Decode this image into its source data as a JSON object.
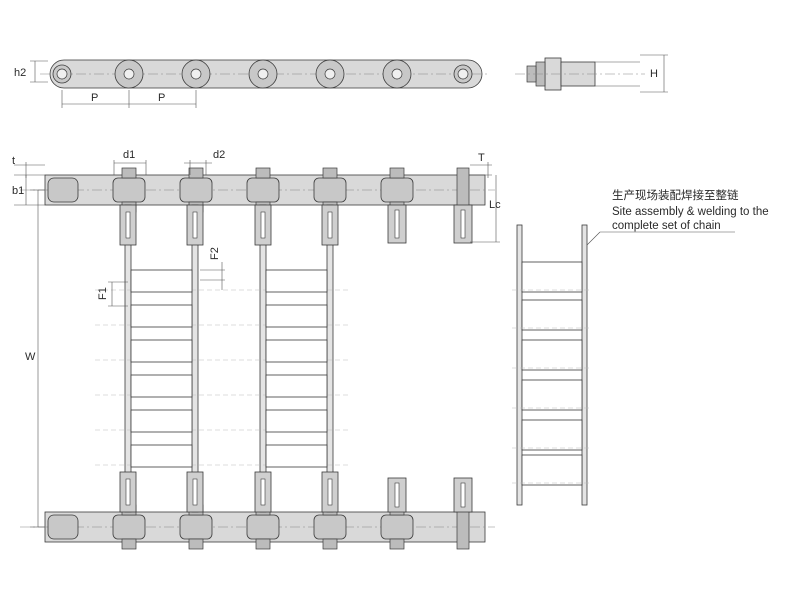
{
  "labels": {
    "h2": "h2",
    "p1": "P",
    "p2": "P",
    "H": "H",
    "d1": "d1",
    "d2": "d2",
    "t": "t",
    "b1": "b1",
    "T": "T",
    "Lc": "Lc",
    "F2": "F2",
    "F1": "F1",
    "W": "W"
  },
  "note": {
    "cn": "生产现场装配焊接至整链",
    "en_line1": "Site assembly & welding to the",
    "en_line2": "complete set of chain"
  },
  "colors": {
    "line": "#3a3a3a",
    "fill": "#d9d9d9",
    "centerline": "#888888"
  }
}
